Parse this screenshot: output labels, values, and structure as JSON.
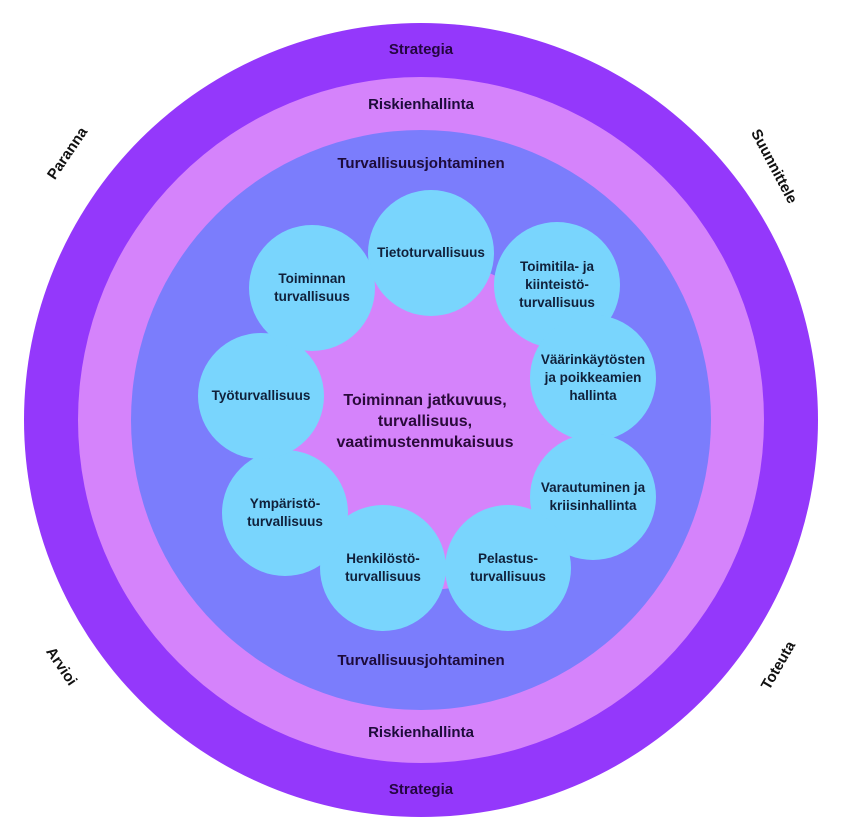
{
  "colors": {
    "outer_ring": "#9438fb",
    "middle_ring": "#d583fb",
    "inner_ring": "#7b7dfc",
    "core": "#d583fb",
    "bubbles": "#79d5fd",
    "background": "#ffffff"
  },
  "rings": {
    "outer": {
      "top_label": "Strategia",
      "bottom_label": "Strategia"
    },
    "middle": {
      "top_label": "Riskienhallinta",
      "bottom_label": "Riskienhallinta"
    },
    "inner": {
      "top_label": "Turvallisuusjohtaminen",
      "bottom_label": "Turvallisuusjohtaminen"
    }
  },
  "cycle_labels": {
    "top_left": "Paranna",
    "top_right": "Suunnittele",
    "bottom_right": "Toteuta",
    "bottom_left": "Arvioi"
  },
  "center": {
    "text": "Toiminnan jatkuvuus,\nturvallisuus,\nvaatimustenmukaisuus"
  },
  "bubbles": [
    {
      "label": "Tietoturvallisuus"
    },
    {
      "label": "Toimitila- ja\nkiinteistö-\nturvallisuus"
    },
    {
      "label": "Väärinkäytösten\nja poikkeamien\nhallinta"
    },
    {
      "label": "Varautuminen ja\nkriisinhallinta"
    },
    {
      "label": "Pelastus-\nturvallisuus"
    },
    {
      "label": "Henkilöstö-\nturvallisuus"
    },
    {
      "label": "Ympäristö-\nturvallisuus"
    },
    {
      "label": "Työturvallisuus"
    },
    {
      "label": "Toiminnan\nturvallisuus"
    }
  ]
}
